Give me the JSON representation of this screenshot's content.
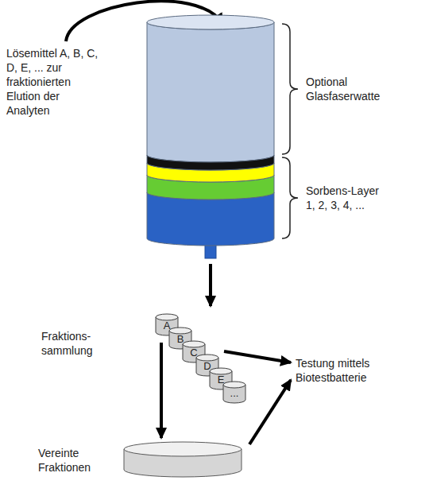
{
  "diagram": {
    "nodes": [
      {
        "text": [
          "Lösemittel A, B, C, D, E, ... zur fraktionierten Elution der Analyten"
        ]
      },
      {
        "text": [
          "Optional Glasfaserwatte",
          "Sorbens-Layer 1, 2, 3, 4, ..."
        ]
      },
      {
        "text": [
          "A"
        ]
      },
      {
        "text": [
          "B"
        ]
      },
      {
        "text": [
          "C"
        ]
      },
      {
        "text": [
          "D"
        ]
      },
      {
        "text": [
          "E"
        ]
      },
      {
        "text": [
          "..."
        ]
      },
      {
        "text": [
          "Vereinte Fraktionen"
        ]
      },
      {
        "text": [
          "Testung mittels Biotestbatterie"
        ]
      }
    ],
    "edges": [
      {
        "from": 0,
        "to": 1,
        "arrow": "to"
      },
      {
        "from": 1,
        "to": 2,
        "arrow": "to"
      },
      {
        "from": 5,
        "to": 9,
        "arrow": "to"
      },
      {
        "from": 2,
        "to": 8,
        "arrow": "to"
      },
      {
        "from": 8,
        "to": 9,
        "arrow": "to"
      }
    ],
    "labels": [
      "Fraktions-sammlung"
    ]
  }
}
